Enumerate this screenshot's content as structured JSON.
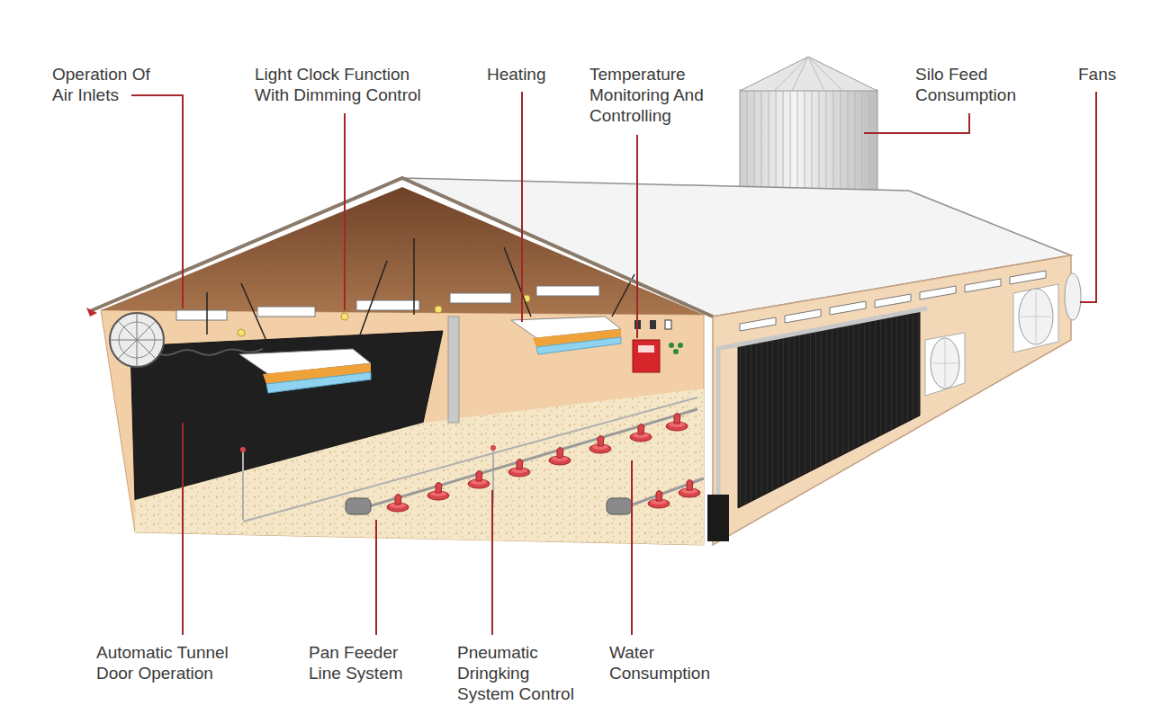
{
  "diagram": {
    "labels": [
      "Operation Of Air Inlets",
      "Light Clock Function With Dimming Control",
      "Heating",
      "Temperature Monitoring And Controlling",
      "Silo Feed Consumption",
      "Fans",
      "Automatic Tunnel Door Operation",
      "Pan Feeder Line System",
      "Pneumatic Dringking System Control",
      "Water Consumption"
    ]
  }
}
